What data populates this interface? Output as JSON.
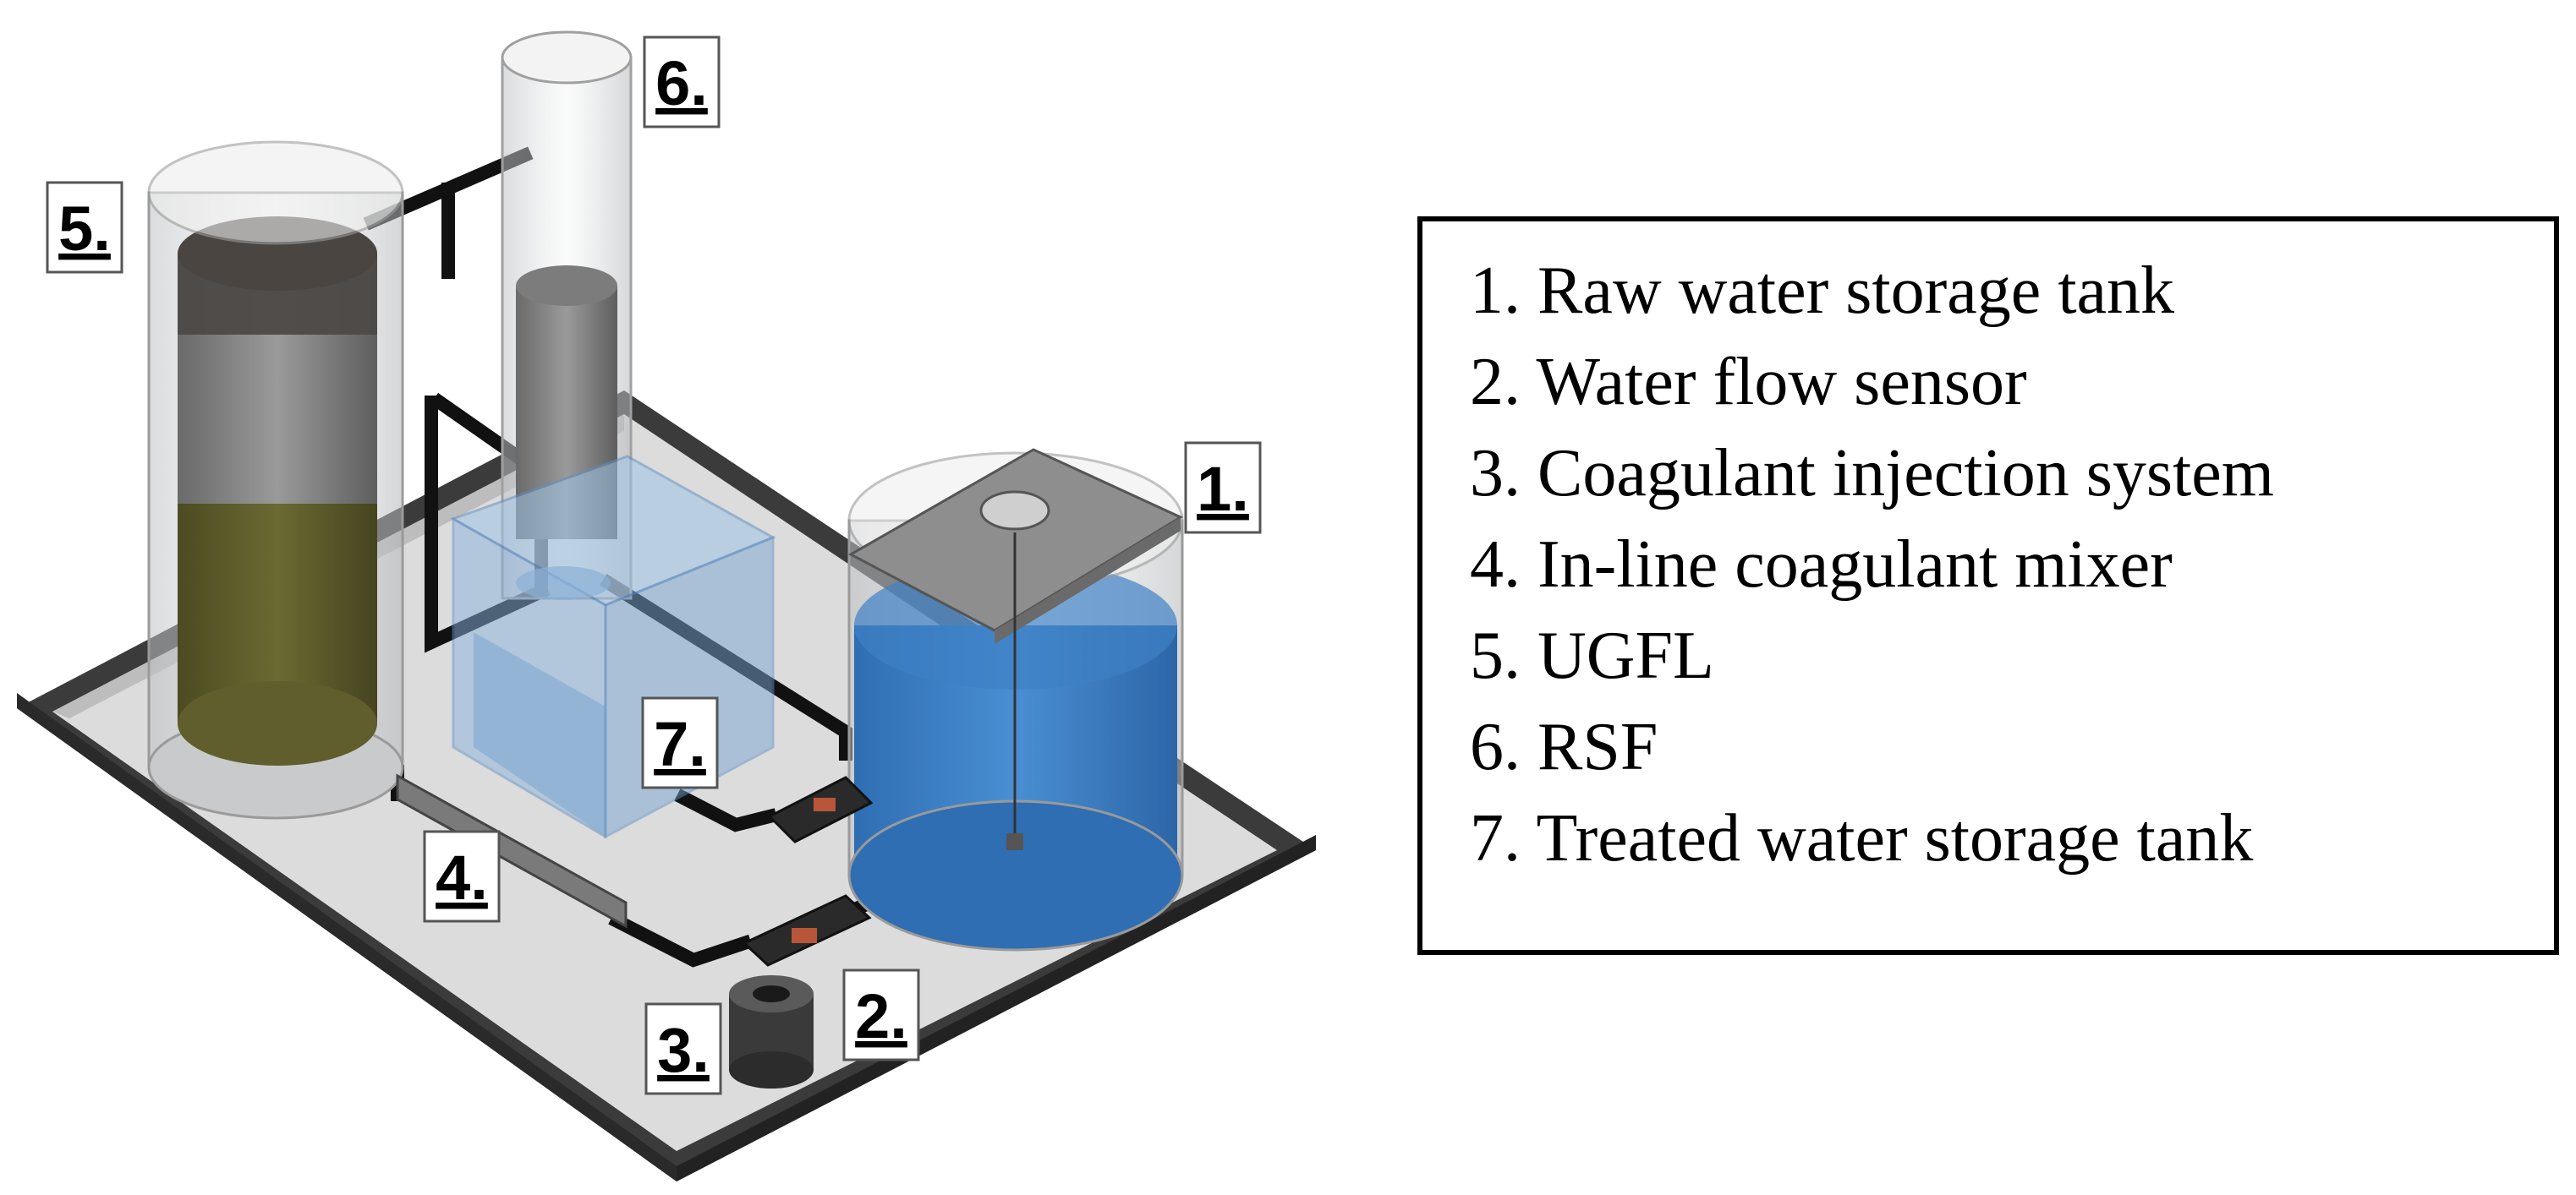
{
  "labels": [
    "1.",
    "2.",
    "3.",
    "4.",
    "5.",
    "6.",
    "7."
  ],
  "legend": {
    "items": [
      "1. Raw water storage tank",
      "2. Water flow sensor",
      "3. Coagulant injection system",
      "4. In-line coagulant mixer",
      "5. UGFL",
      "6. RSF",
      "7. Treated water storage tank"
    ]
  },
  "colors": {
    "water_blue": "#3d7fc4",
    "filter_olive": "#5b5a2a",
    "glass": "#d8dadc",
    "frame": "#3a3a3a",
    "platform": "#dcdcdc"
  }
}
